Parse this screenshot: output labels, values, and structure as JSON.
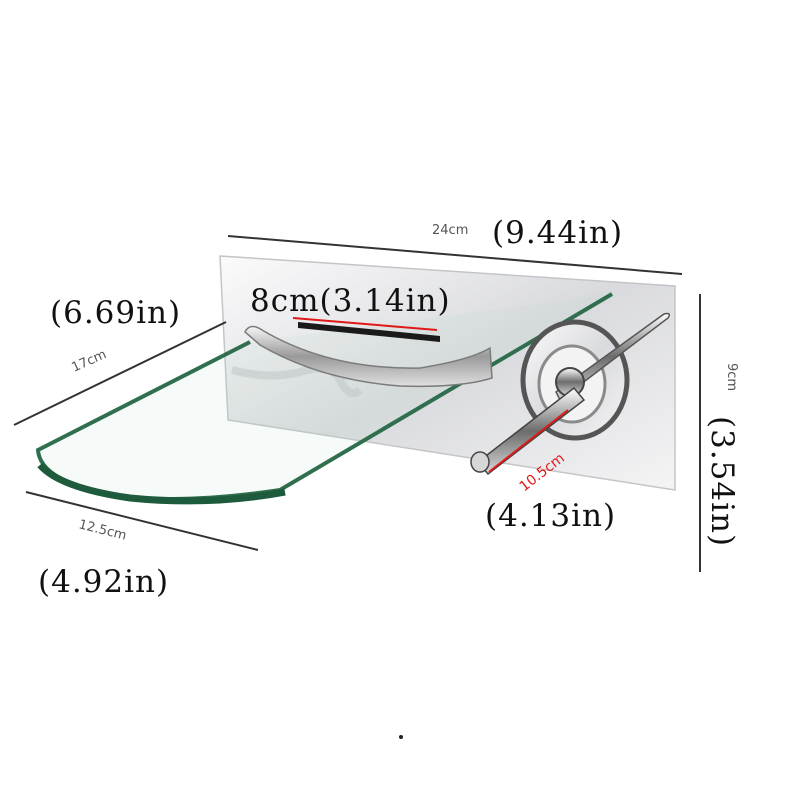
{
  "dimensions": {
    "width": {
      "cm": "24cm",
      "in": "(9.44in)"
    },
    "height": {
      "cm": "9cm",
      "in": "(3.54in)"
    },
    "glass_depth": {
      "cm": "17cm",
      "in": "(6.69in)"
    },
    "glass_width": {
      "cm": "12.5cm",
      "in": "(4.92in)"
    },
    "spout_width": {
      "label": "8cm(3.14in)"
    },
    "handle_length": {
      "cm": "10.5cm",
      "in": "(4.13in)"
    }
  },
  "colors": {
    "glass_edge": "#2f6e4e",
    "plate": "#e8e8ea",
    "accent_line": "#e01818"
  }
}
